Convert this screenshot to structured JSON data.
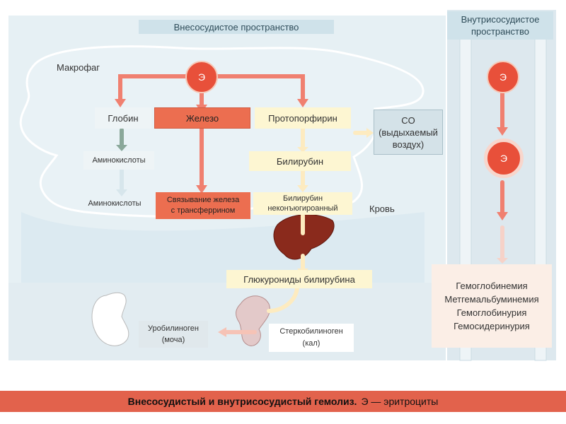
{
  "headers": {
    "extravascular": "Внесосудистое пространство",
    "intravascular": "Внутрисосудистое пространство"
  },
  "labels": {
    "macrophage": "Макрофаг",
    "blood": "Кровь"
  },
  "cells": {
    "extra_erythrocyte": "Э",
    "intra_erythrocyte_1": "Э",
    "intra_erythrocyte_2": "Э"
  },
  "boxes": {
    "globin": "Глобин",
    "iron": "Железо",
    "protoporphyrin": "Протопорфирин",
    "co_line1": "CO",
    "co_line2": "(выдыхаемый",
    "co_line3": "воздух)",
    "amino_acids_1": "Аминокислоты",
    "amino_acids_2": "Аминокислоты",
    "bilirubin": "Билирубин",
    "iron_binding_line1": "Связывание железа",
    "iron_binding_line2": "с трансферрином",
    "unconj_line1": "Билирубин",
    "unconj_line2": "неконъюгироанный",
    "glucuronides": "Глюкурониды билирубина",
    "urobilinogen_line1": "Уробилиноген",
    "urobilinogen_line2": "(моча)",
    "stercobilinogen_line1": "Стеркобилиноген",
    "stercobilinogen_line2": "(кал)"
  },
  "intravascular_conditions": [
    "Гемоглобинемия",
    "Метгемальбуминемия",
    "Гемоглобинурия",
    "Гемосидеринурия"
  ],
  "footer": {
    "title": "Внесосудистый и внутрисосудистый гемолиз.",
    "note": "Э — эритроциты"
  },
  "colors": {
    "iron_box": "#ec6e50",
    "erythrocyte": "#e8503a",
    "footer_bar": "#e2624c",
    "yellow_box": "#fdf6d2",
    "background_panel": "#e6f0f4"
  }
}
